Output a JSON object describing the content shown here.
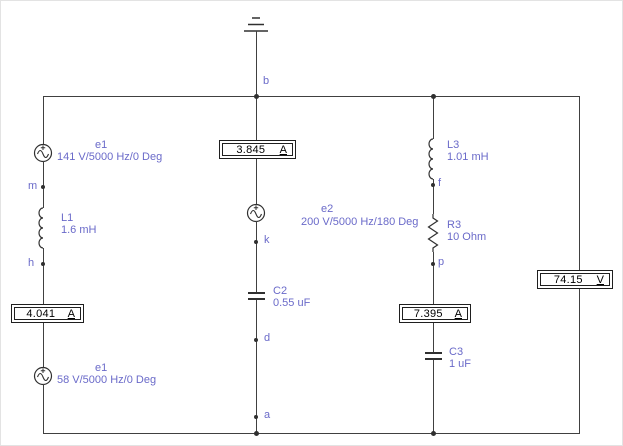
{
  "colors": {
    "wire": "#404040",
    "label": "#6a6ac9",
    "ink": "#303030",
    "background": "#ffffff"
  },
  "nodes": {
    "b": "b",
    "m": "m",
    "h": "h",
    "k": "k",
    "d": "d",
    "a": "a",
    "f": "f",
    "p": "p"
  },
  "sources": {
    "e1_top": {
      "name": "e1",
      "value": "141 V/5000 Hz/0 Deg"
    },
    "e1_bottom": {
      "name": "e1",
      "value": "58 V/5000 Hz/0 Deg"
    },
    "e2": {
      "name": "e2",
      "value": "200 V/5000 Hz/180 Deg"
    }
  },
  "inductors": {
    "L1": {
      "name": "L1",
      "value": "1.6 mH"
    },
    "L3": {
      "name": "L3",
      "value": "1.01 mH"
    }
  },
  "resistors": {
    "R3": {
      "name": "R3",
      "value": "10 Ohm"
    }
  },
  "capacitors": {
    "C2": {
      "name": "C2",
      "value": "0.55 uF"
    },
    "C3": {
      "name": "C3",
      "value": "1 uF"
    }
  },
  "meters": {
    "ammeter_left": {
      "value": "4.041",
      "unit": "A"
    },
    "ammeter_middle": {
      "value": "3.845",
      "unit": "A"
    },
    "ammeter_right": {
      "value": "7.395",
      "unit": "A"
    },
    "voltmeter_right": {
      "value": "74.15",
      "unit": "V"
    }
  }
}
